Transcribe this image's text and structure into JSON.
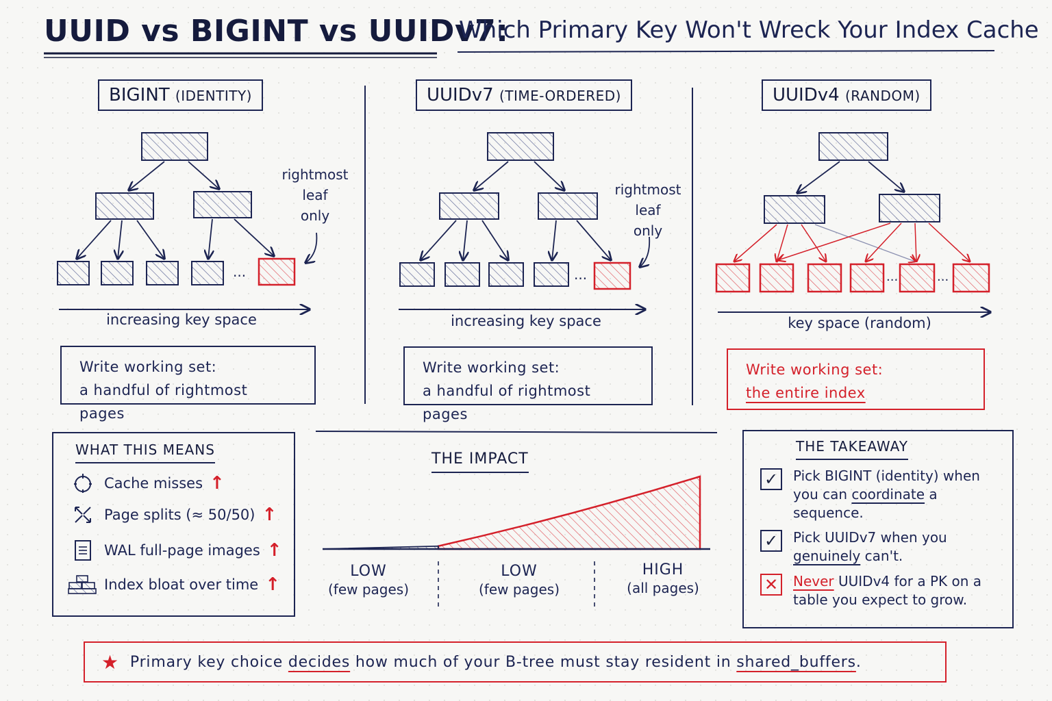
{
  "title": {
    "main": "UUID vs BIGINT vs UUIDv7:",
    "sub": "Which Primary Key Won't Wreck Your Index Cache"
  },
  "panels": [
    {
      "id": "bigint",
      "name": "BIGINT",
      "qualifier": "(IDENTITY)",
      "note_lines": [
        "rightmost",
        "leaf",
        "only"
      ],
      "axis_label": "increasing key space",
      "ws_line1": "Write working set:",
      "ws_line2": "a handful of rightmost pages"
    },
    {
      "id": "uuidv7",
      "name": "UUIDv7",
      "qualifier": "(TIME-ORDERED)",
      "note_lines": [
        "rightmost",
        "leaf",
        "only"
      ],
      "axis_label": "increasing key space",
      "ws_line1": "Write working set:",
      "ws_line2": "a handful of rightmost pages"
    },
    {
      "id": "uuidv4",
      "name": "UUIDv4",
      "qualifier": "(RANDOM)",
      "axis_label": "key space (random)",
      "ws_line1": "Write working set:",
      "ws_line2": "the entire index"
    }
  ],
  "ellipsis": "...",
  "what_this_means": {
    "heading": "WHAT THIS MEANS",
    "items": [
      {
        "icon": "target-icon",
        "label": "Cache misses",
        "arrow": "↑"
      },
      {
        "icon": "split-arrows-icon",
        "label": "Page splits (≈ 50/50)",
        "arrow": "↑"
      },
      {
        "icon": "document-icon",
        "label": "WAL full-page images",
        "arrow": "↑"
      },
      {
        "icon": "stacked-blocks-icon",
        "label": "Index bloat over time",
        "arrow": "↑"
      }
    ]
  },
  "impact": {
    "heading": "THE IMPACT",
    "levels": [
      {
        "level": "LOW",
        "detail": "(few pages)",
        "value": 0.02
      },
      {
        "level": "LOW",
        "detail": "(few pages)",
        "value": 0.04
      },
      {
        "level": "HIGH",
        "detail": "(all pages)",
        "value": 1.0
      }
    ]
  },
  "takeaway": {
    "heading": "THE TAKEAWAY",
    "item1": {
      "pre": "Pick BIGINT (identity) when you can ",
      "em": "coordinate",
      "post": " a sequence.",
      "mark": "✓"
    },
    "item2": {
      "pre": "Pick UUIDv7 when you ",
      "em": "genuinely",
      "post": " can't.",
      "mark": "✓"
    },
    "item3": {
      "em": "Never",
      "post": " UUIDv4 for a PK on a table you expect to grow.",
      "mark": "✕"
    }
  },
  "footer": {
    "star": "★",
    "t1": "Primary key choice ",
    "u1": "decides",
    "t2": " how much of your B-tree must stay resident in ",
    "u2": "shared_buffers",
    "t3": "."
  },
  "colors": {
    "ink": "#1c2452",
    "accent_red": "#d4202a",
    "paper": "#f7f7f5"
  }
}
